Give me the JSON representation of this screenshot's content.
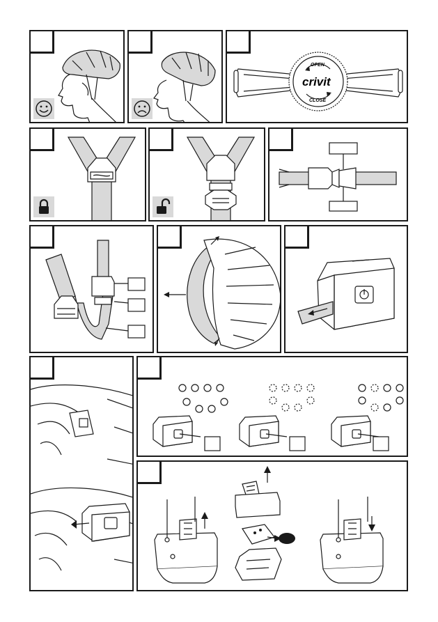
{
  "brand": {
    "logo_text": "crivit",
    "dial_open": "OPEN",
    "dial_close": "CLOSE"
  },
  "icons": {
    "fit_good": "smiley-face-icon",
    "fit_bad": "frowning-face-icon",
    "locked": "padlock-closed-icon",
    "unlocked": "padlock-open-icon",
    "power": "power-button-icon",
    "arrow": "arrow-icon"
  },
  "colors": {
    "line": "#1a1a1a",
    "fill": "#d9d9d9",
    "background": "#ffffff"
  },
  "panels": [
    {
      "id": "fit-correct"
    },
    {
      "id": "fit-incorrect"
    },
    {
      "id": "size-dial"
    },
    {
      "id": "strap-locked"
    },
    {
      "id": "strap-unlocked"
    },
    {
      "id": "chin-buckle"
    },
    {
      "id": "strap-adjust"
    },
    {
      "id": "visor-removal"
    },
    {
      "id": "light-battery"
    },
    {
      "id": "light-mount"
    },
    {
      "id": "light-modes"
    },
    {
      "id": "light-clip-replace"
    }
  ]
}
